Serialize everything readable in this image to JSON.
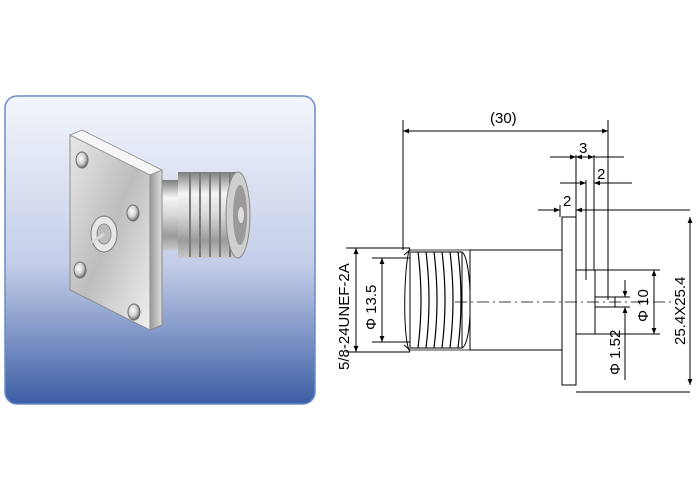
{
  "photo": {
    "gradient_top": "#eef2fb",
    "gradient_bottom": "#3f62a7",
    "border": "#5a7dc2",
    "metal_light": "#f2f2f2",
    "metal_dark": "#8a8a8a"
  },
  "drawing": {
    "line_color": "#000000",
    "dimensions": {
      "overall_length": "(30)",
      "flange_offset": "3",
      "pin_length": "2",
      "flange_thickness": "2",
      "thread_spec": "5/8-24UNEF-2A",
      "thread_diameter": "Φ 13.5",
      "flange_size": "25.4X25.4",
      "boss_diameter": "Φ 10",
      "pin_diameter": "Φ 1.52"
    }
  }
}
